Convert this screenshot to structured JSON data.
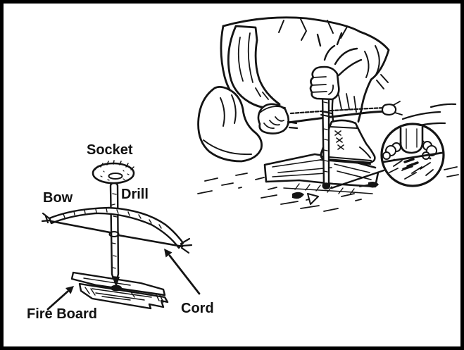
{
  "figure": {
    "kind": "instructional-line-drawing",
    "subject": "bow-drill-fire-starting",
    "parts_diagram": {
      "labels": {
        "socket": "Socket",
        "drill": "Drill",
        "bow": "Bow",
        "fire_board": "Fire Board",
        "cord": "Cord"
      },
      "callouts": [
        {
          "label": "Fire Board",
          "arrow": "points up-right to the fire board"
        },
        {
          "label": "Cord",
          "arrow": "points up-left to the cord end of the bow"
        }
      ]
    },
    "illustration": {
      "name": "person-using-bow-drill",
      "elements": [
        "kneeling-person",
        "hand-pressing-socket",
        "hand-holding-bow",
        "boot-on-fire-board",
        "fire-board-on-ground",
        "magnifier-inset-ember-closeup",
        "motion-lines",
        "ground-texture"
      ]
    },
    "colors": {
      "ink": "#141414",
      "paper": "#ffffff",
      "border": "#000000"
    }
  }
}
